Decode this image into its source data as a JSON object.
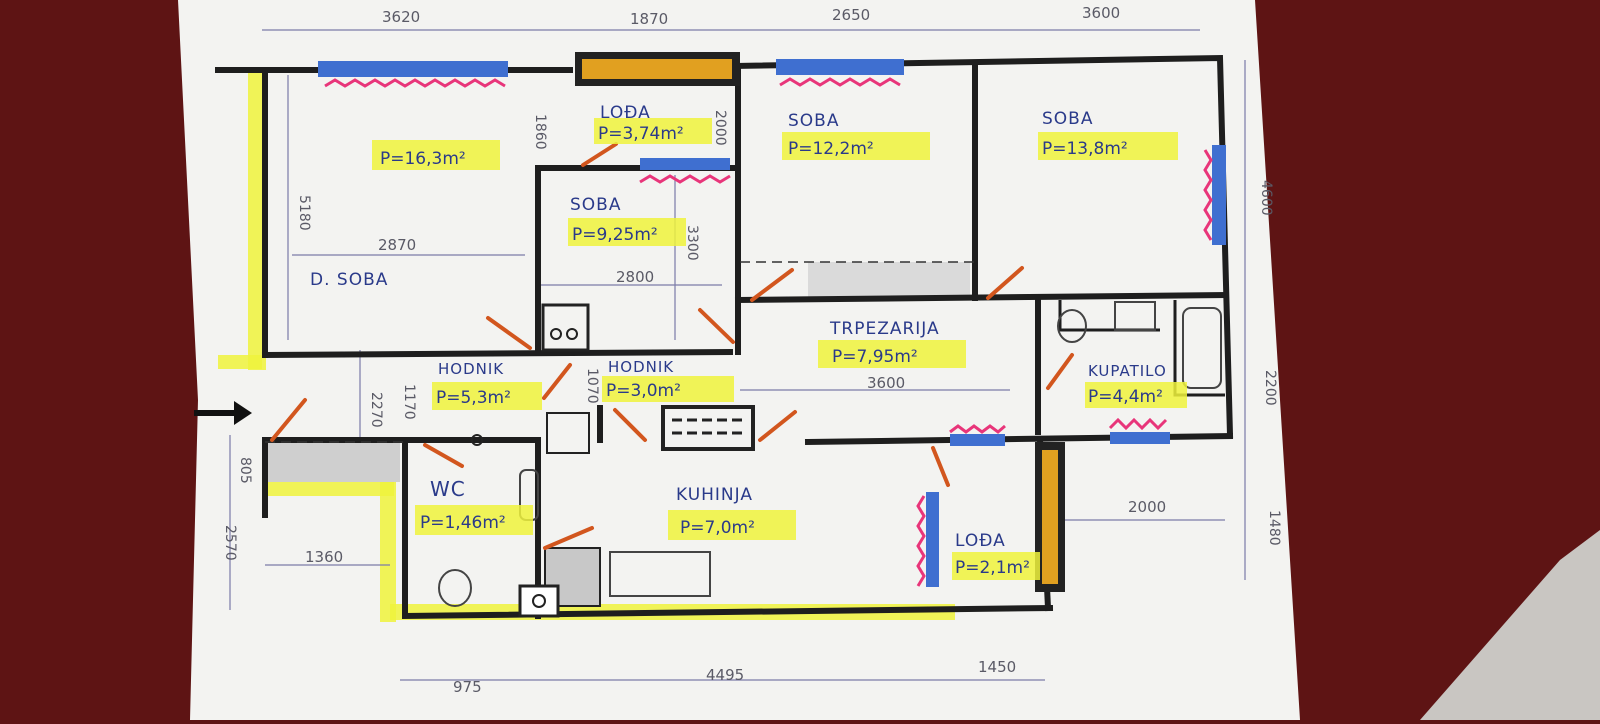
{
  "plan": {
    "dims_top": [
      "3620",
      "1870",
      "2650",
      "3600"
    ],
    "dims_bottom": [
      "975",
      "4495",
      "1450"
    ],
    "dims_right": [
      "4600",
      "2200",
      "1480"
    ],
    "dims_left": [
      "5180",
      "2570",
      "805"
    ],
    "dims_inner": {
      "d1860": "1860",
      "d2870": "2870",
      "d2800": "2800",
      "d3300": "3300",
      "d2000": "2000",
      "d3600": "3600",
      "d2270": "2270",
      "d1170": "1170",
      "d1070": "1070",
      "d1360": "1360",
      "d2000b": "2000"
    },
    "rooms": {
      "dsoba_area": "P=16,3m²",
      "dsoba_name": "D. SOBA",
      "loda_top_name": "LOĐA",
      "loda_top_area": "P=3,74m²",
      "soba_small_name": "SOBA",
      "soba_small_area": "P=9,25m²",
      "soba_mid_name": "SOBA",
      "soba_mid_area": "P=12,2m²",
      "soba_right_name": "SOBA",
      "soba_right_area": "P=13,8m²",
      "trpezarija_name": "TRPEZARIJA",
      "trpezarija_area": "P=7,95m²",
      "hodnik1_name": "HODNIK",
      "hodnik1_area": "P=5,3m²",
      "hodnik2_name": "HODNIK",
      "hodnik2_area": "P=3,0m²",
      "kupatilo_name": "KUPATILO",
      "kupatilo_area": "P=4,4m²",
      "wc_name": "WC",
      "wc_area": "P=1,46m²",
      "kuhinja_name": "KUHINJA",
      "kuhinja_area": "P=7,0m²",
      "loda_bottom_name": "LOĐA",
      "loda_bottom_area": "P=2,1m²"
    },
    "colors": {
      "wall": "#1e1e1e",
      "window": "#3f6fd0",
      "radiator": "#e8357a",
      "highlight": "#eef23c",
      "door": "#d2561e",
      "text": "#2a3a8a",
      "table": "#5e1414"
    }
  }
}
